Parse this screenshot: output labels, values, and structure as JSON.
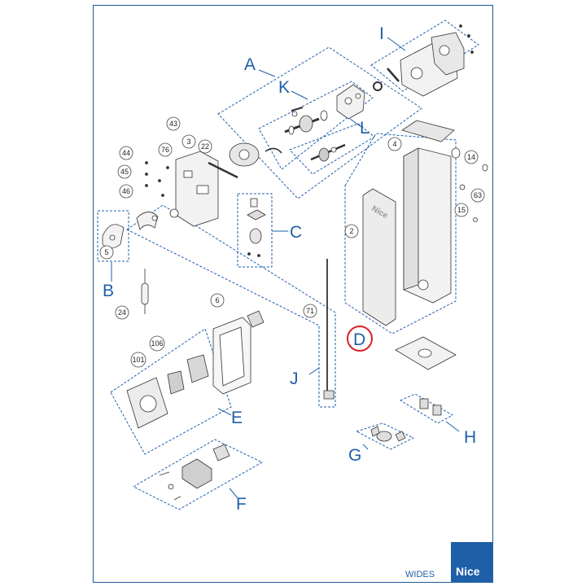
{
  "groups": {
    "I": "I",
    "A": "A",
    "K": "K",
    "L": "L",
    "C": "C",
    "B": "B",
    "D": "D",
    "J": "J",
    "E": "E",
    "F": "F",
    "G": "G",
    "H": "H"
  },
  "parts": {
    "p43": "43",
    "p76": "76",
    "p3": "3",
    "p22": "22",
    "p44": "44",
    "p45": "45",
    "p46": "46",
    "p4": "4",
    "p14": "14",
    "p63": "63",
    "p15": "15",
    "p2": "2",
    "p5": "5",
    "p24": "24",
    "p6": "6",
    "p71": "71",
    "p106": "106",
    "p101": "101"
  },
  "panel_brand": "Nice",
  "footer": {
    "model": "WIDES",
    "logo": "Nice"
  },
  "colors": {
    "accent": "#1f5fa8",
    "highlight": "#d9202a"
  }
}
